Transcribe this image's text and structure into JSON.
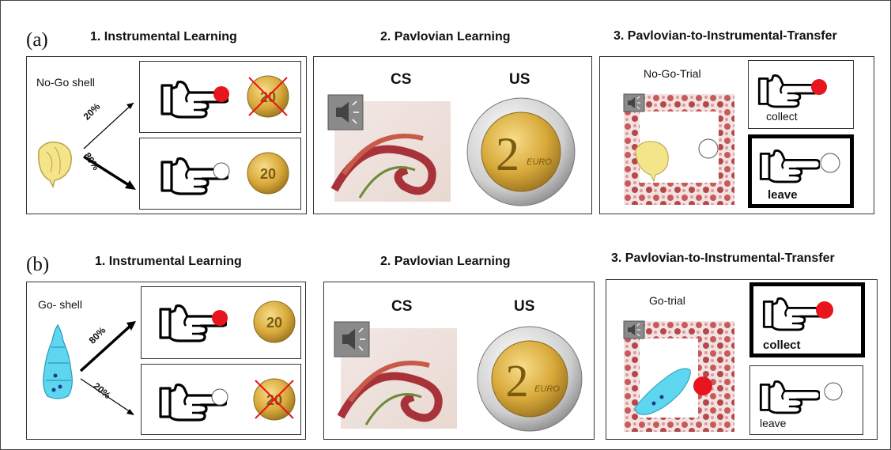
{
  "panels": {
    "a": {
      "label": "(a)",
      "headers": {
        "instrumental": "1. Instrumental Learning",
        "pavlovian": "2. Pavlovian Learning",
        "pit": "3. Pavlovian-to-Instrumental-Transfer"
      },
      "shell_label": "No-Go shell",
      "pct_top": "20%",
      "pct_bottom": "80%",
      "cs": "CS",
      "us": "US",
      "trial": "No-Go-Trial",
      "collect": "collect",
      "leave": "leave"
    },
    "b": {
      "label": "(b)",
      "headers": {
        "instrumental": "1. Instrumental Learning",
        "pavlovian": "2. Pavlovian Learning",
        "pit": "3. Pavlovian-to-Instrumental-Transfer"
      },
      "shell_label": "Go- shell",
      "pct_top": "80%",
      "pct_bottom": "20%",
      "cs": "CS",
      "us": "US",
      "trial": "Go-trial",
      "collect": "collect",
      "leave": "leave"
    }
  },
  "coin_small_text": "20",
  "coin_large_text": "2",
  "coin_euro_text": "EURO",
  "colors": {
    "red_button": "#e8141e",
    "cross": "#e8141e",
    "gold": "#d8a93a",
    "silver": "#c9c9c9",
    "shell_yellow": "#f5e58a",
    "shell_blue": "#5fd6f0",
    "flower_bg": "#d06a6a"
  }
}
